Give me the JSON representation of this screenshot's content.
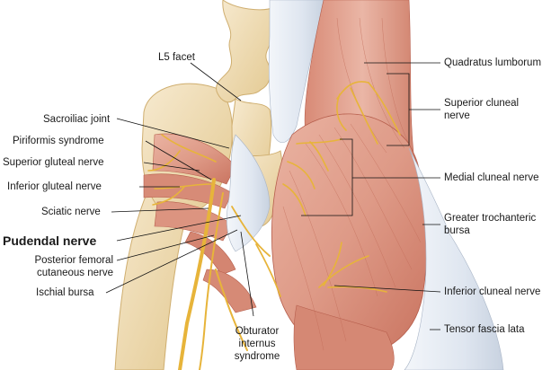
{
  "labels": {
    "l5_facet": "L5 facet",
    "sacroiliac_joint": "Sacroiliac joint",
    "piriformis_syndrome": "Piriformis syndrome",
    "superior_gluteal_nerve": "Superior gluteal nerve",
    "inferior_gluteal_nerve": "Inferior gluteal nerve",
    "sciatic_nerve": "Sciatic nerve",
    "pudendal_nerve": "Pudendal nerve",
    "posterior_femoral_line1": "Posterior femoral",
    "posterior_femoral_line2": "cutaneous nerve",
    "ischial_bursa": "Ischial bursa",
    "obturator_line1": "Obturator",
    "obturator_line2": "internus",
    "obturator_line3": "syndrome",
    "quadratus_lumborum": "Quadratus lumborum",
    "superior_cluneal_line1": "Superior cluneal",
    "superior_cluneal_line2": "nerve",
    "medial_cluneal_nerve": "Medial cluneal nerve",
    "greater_troch_line1": "Greater trochanteric",
    "greater_troch_line2": "bursa",
    "inferior_cluneal_nerve": "Inferior cluneal nerve",
    "tensor_fascia_lata": "Tensor fascia lata"
  },
  "colors": {
    "bone": "#eedcb0",
    "bone_shade": "#d9c08a",
    "muscle": "#e1a08e",
    "muscle_dark": "#c8705f",
    "fascia": "#e6ecf4",
    "nerve": "#e7b43a",
    "nerve_dark": "#b9861c",
    "leader": "#111111"
  }
}
